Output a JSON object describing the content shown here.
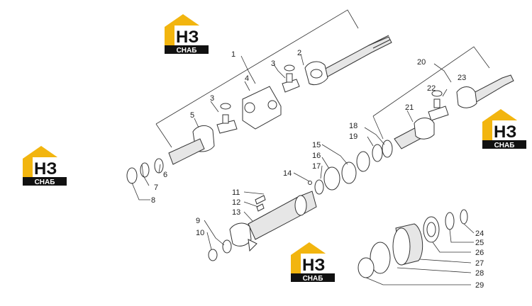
{
  "logos": [
    {
      "mark": "НЗ",
      "text": "СНАБ"
    },
    {
      "mark": "НЗ",
      "text": "СНАБ"
    },
    {
      "mark": "НЗ",
      "text": "СНАБ"
    },
    {
      "mark": "НЗ",
      "text": "СНАБ"
    }
  ],
  "colors": {
    "logo_yellow": "#f2b50f",
    "logo_black": "#111111",
    "line": "#333333"
  },
  "callouts": {
    "c1": "1",
    "c2": "2",
    "c3a": "3",
    "c3b": "3",
    "c4": "4",
    "c5": "5",
    "c6": "6",
    "c7": "7",
    "c8": "8",
    "c9": "9",
    "c10": "10",
    "c11": "11",
    "c12": "12",
    "c13": "13",
    "c14": "14",
    "c15": "15",
    "c16": "16",
    "c17": "17",
    "c18": "18",
    "c19": "19",
    "c20": "20",
    "c21": "21",
    "c22": "22",
    "c23": "23",
    "c24": "24",
    "c25": "25",
    "c26": "26",
    "c27": "27",
    "c28": "28",
    "c29": "29"
  }
}
